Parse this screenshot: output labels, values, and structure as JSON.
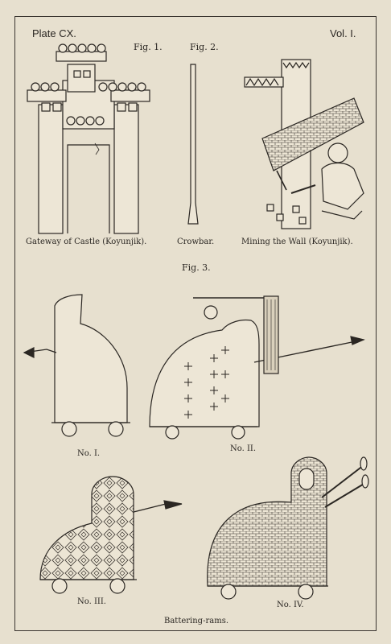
{
  "header": {
    "plate": "Plate CX.",
    "volume": "Vol. I."
  },
  "figures": {
    "fig1": {
      "label": "Fig. 1.",
      "caption": "Gateway of Castle (Koyunjik)."
    },
    "fig2": {
      "label": "Fig. 2.",
      "caption": "Crowbar."
    },
    "mining": {
      "caption": "Mining the Wall (Koyunjik)."
    },
    "fig3": {
      "label": "Fig. 3."
    }
  },
  "rams": {
    "no1": "No. I.",
    "no2": "No. II.",
    "no3": "No. III.",
    "no4": "No. IV.",
    "caption": "Battering-rams."
  },
  "colors": {
    "paper": "#e7e0cf",
    "ink": "#2b2723"
  }
}
